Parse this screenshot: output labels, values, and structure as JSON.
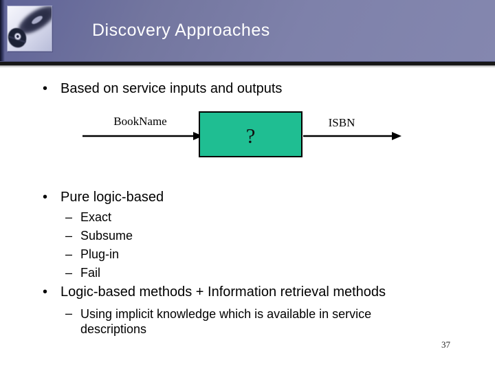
{
  "slide": {
    "title": "Discovery Approaches",
    "page_number": "37",
    "logo_icon": "two-cd-discs-logo",
    "bullets": {
      "b1": {
        "marker": "•",
        "text": "Based on service inputs and outputs"
      },
      "b2": {
        "marker": "•",
        "text": "Pure logic-based"
      },
      "b2_sub": [
        {
          "marker": "–",
          "text": "Exact"
        },
        {
          "marker": "–",
          "text": "Subsume"
        },
        {
          "marker": "–",
          "text": "Plug-in"
        },
        {
          "marker": "–",
          "text": "Fail"
        }
      ],
      "b3": {
        "marker": "•",
        "text": "Logic-based methods + Information retrieval methods"
      },
      "b3_sub": {
        "marker": "–",
        "text": "Using implicit knowledge which is available in service descriptions"
      }
    },
    "diagram": {
      "input_label": "BookName",
      "box_label": "?",
      "output_label": "ISBN",
      "box_color": "#1fbe92"
    },
    "colors": {
      "header_gradient_start": "#5f6397",
      "header_gradient_end": "#8487af",
      "separator_dark": "#171717",
      "title_text": "#ffffff",
      "body_text": "#000000",
      "box_green": "#1fbe92"
    }
  }
}
